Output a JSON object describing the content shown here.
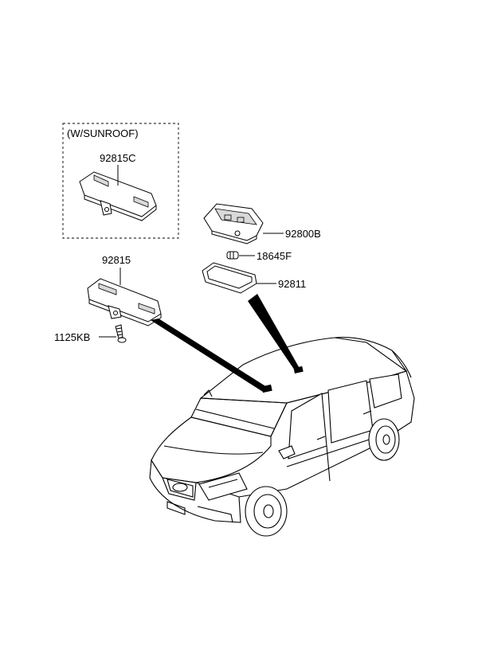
{
  "diagram": {
    "sunroof_group_label": "(W/SUNROOF)",
    "parts": [
      {
        "id": "92815C"
      },
      {
        "id": "92800B"
      },
      {
        "id": "18645F"
      },
      {
        "id": "92811"
      },
      {
        "id": "92815"
      },
      {
        "id": "1125KB"
      }
    ]
  }
}
